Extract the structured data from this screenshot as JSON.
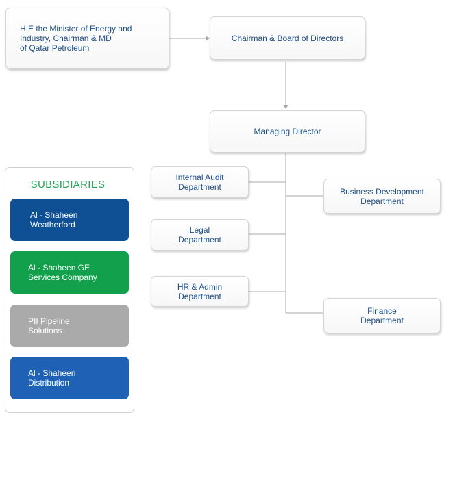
{
  "chart": {
    "minister": "H.E the Minister of Energy and\nIndustry, Chairman & MD\nof Qatar Petroleum",
    "board": "Chairman & Board of Directors",
    "managing_director": "Managing Director",
    "departments_left": [
      "Internal Audit\nDepartment",
      "Legal\nDepartment",
      "HR & Admin\nDepartment"
    ],
    "departments_right": [
      "Business Development\nDepartment",
      "Finance\nDepartment"
    ]
  },
  "subsidiaries": {
    "title": "SUBSIDIARIES",
    "items": [
      {
        "label": "Al - Shaheen\nWeatherford",
        "color": "#0f4f94"
      },
      {
        "label": "Al - Shaheen GE\nServices Company",
        "color": "#12a04c"
      },
      {
        "label": "PII Pipeline\nSolutions",
        "color": "#aaaaaa"
      },
      {
        "label": "Al - Shaheen\nDistribution",
        "color": "#1f62b5"
      }
    ]
  },
  "colors": {
    "text": "#1c4f8a",
    "connector": "#aaaaaa",
    "subsidiaries_title": "#22a356"
  }
}
